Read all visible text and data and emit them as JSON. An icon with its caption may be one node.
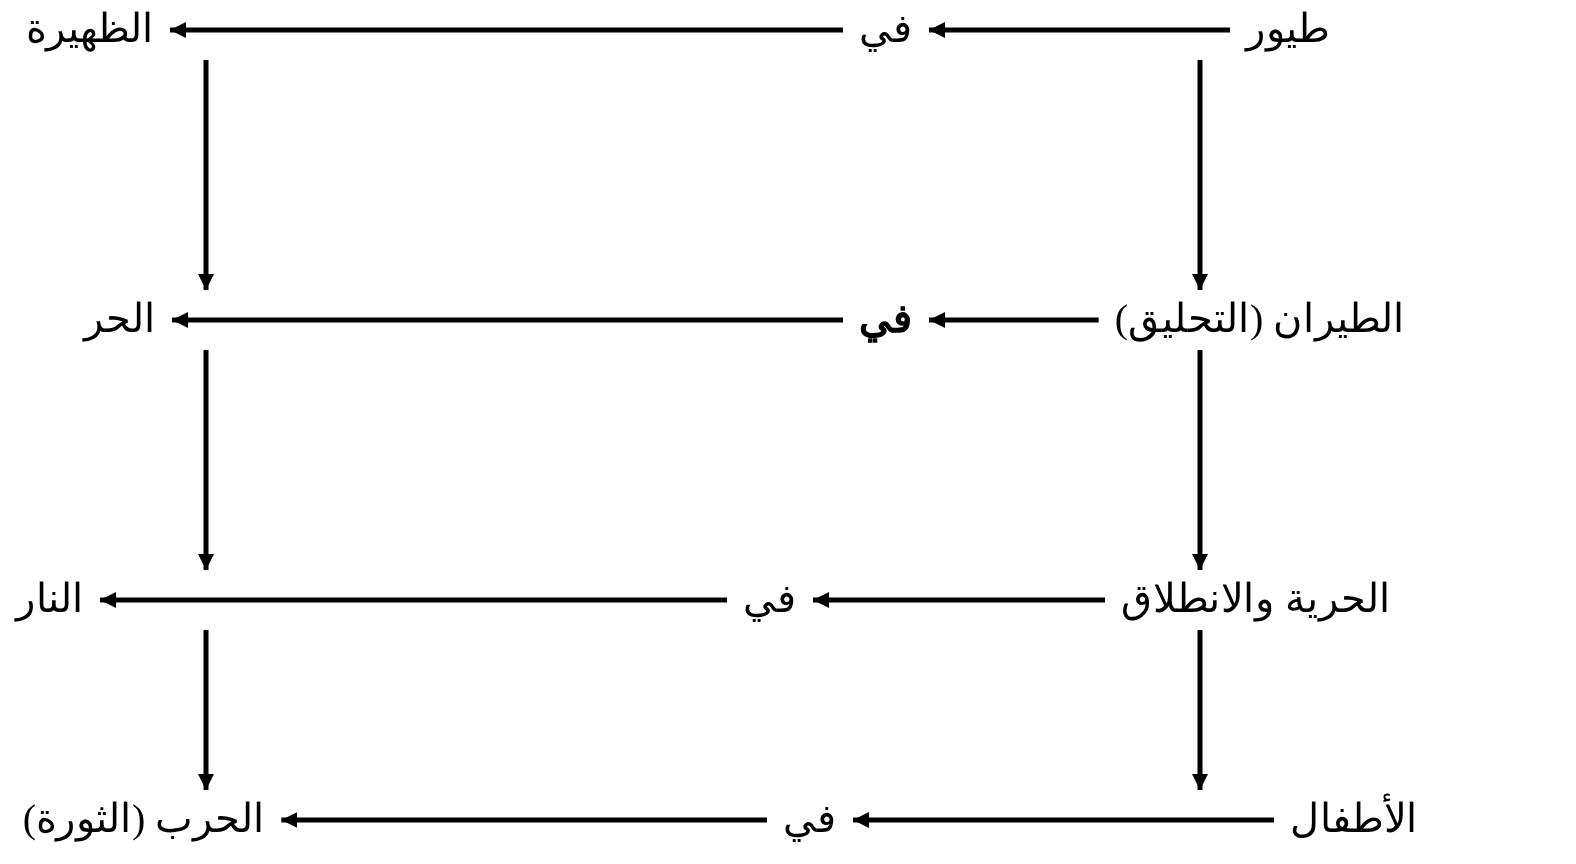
{
  "diagram": {
    "nodes": [
      {
        "text": [
          "طيور"
        ]
      },
      {
        "text": [
          "في"
        ]
      },
      {
        "text": [
          "الظهيرة"
        ]
      },
      {
        "text": [
          "الطيران (التحليق)"
        ]
      },
      {
        "text": [
          "في"
        ]
      },
      {
        "text": [
          "الحر"
        ]
      },
      {
        "text": [
          "الحرية والانطلاق"
        ]
      },
      {
        "text": [
          "في"
        ]
      },
      {
        "text": [
          "النار"
        ]
      },
      {
        "text": [
          "الأطفال"
        ]
      },
      {
        "text": [
          "في"
        ]
      },
      {
        "text": [
          "الحرب (الثورة)"
        ]
      }
    ],
    "edges": [
      {
        "from": 0,
        "to": 1,
        "arrow": "to"
      },
      {
        "from": 1,
        "to": 2,
        "arrow": "to"
      },
      {
        "from": 0,
        "to": 3,
        "arrow": "to"
      },
      {
        "from": 2,
        "to": 5,
        "arrow": "to"
      },
      {
        "from": 3,
        "to": 4,
        "arrow": "to"
      },
      {
        "from": 4,
        "to": 5,
        "arrow": "to"
      },
      {
        "from": 3,
        "to": 6,
        "arrow": "to"
      },
      {
        "from": 5,
        "to": 8,
        "arrow": "to"
      },
      {
        "from": 6,
        "to": 7,
        "arrow": "to"
      },
      {
        "from": 7,
        "to": 8,
        "arrow": "to"
      },
      {
        "from": 6,
        "to": 9,
        "arrow": "to"
      },
      {
        "from": 8,
        "to": 11,
        "arrow": "to"
      },
      {
        "from": 9,
        "to": 10,
        "arrow": "to"
      },
      {
        "from": 10,
        "to": 11,
        "arrow": "to"
      }
    ]
  }
}
